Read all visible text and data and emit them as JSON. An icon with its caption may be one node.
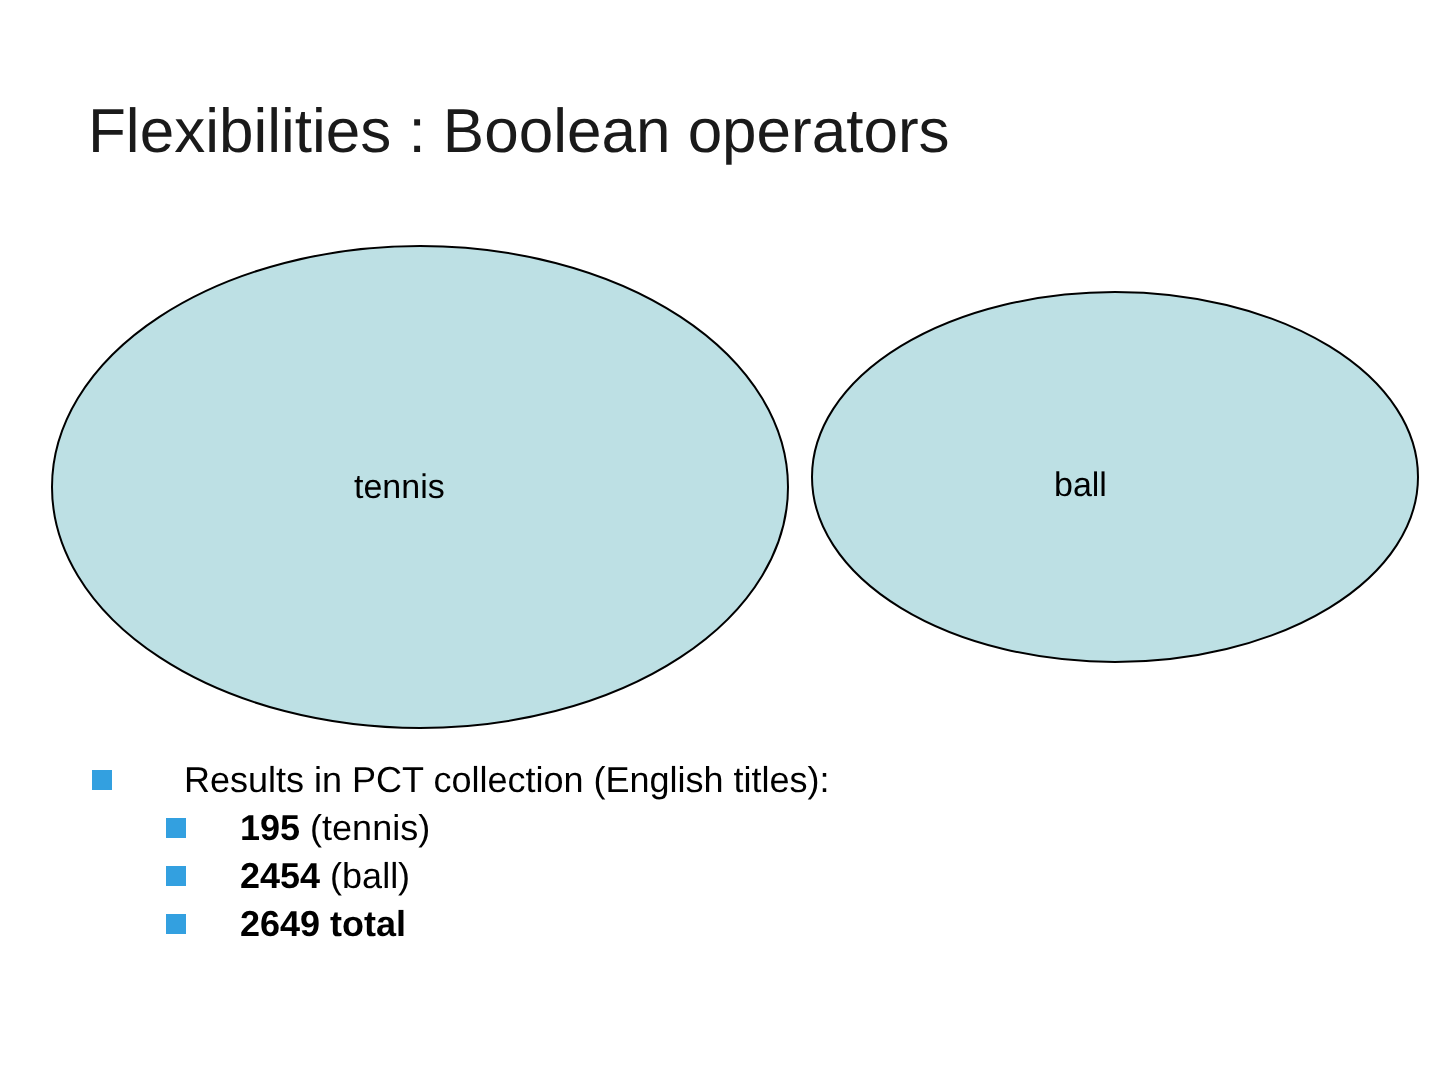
{
  "diagram": {
    "title": "Flexibilities : Boolean operators",
    "nodes": [
      {
        "text": [
          "tennis"
        ]
      },
      {
        "text": [
          "ball"
        ]
      }
    ],
    "labels": [
      "Results in PCT collection (English titles):",
      "**195** (tennis)",
      "**2454** (ball)",
      "2649 total"
    ]
  }
}
